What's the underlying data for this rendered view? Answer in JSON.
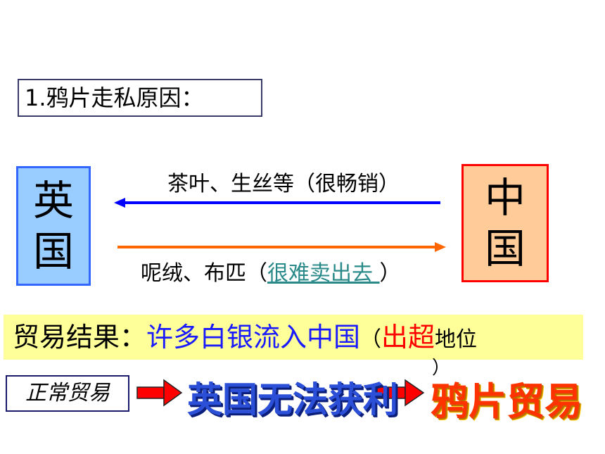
{
  "title": "1.鸦片走私原因：",
  "countries": {
    "uk": "英国",
    "china": "中国"
  },
  "flows": {
    "top": "茶叶、生丝等（很畅销）",
    "bottom_prefix": "呢绒、布匹（",
    "bottom_link": "很难卖出去 ",
    "bottom_suffix": "）"
  },
  "result": {
    "label": "贸易结果：",
    "value": "许多白银流入中国",
    "paren_open": "（",
    "status_highlight": "出超",
    "status_rest": "地位",
    "paren_close": "）"
  },
  "chain": {
    "step1": "正常贸易",
    "step2": "英国无法获利",
    "step3": "鸦片贸易"
  },
  "colors": {
    "uk_fill": "#99ccff",
    "uk_border": "#3366ff",
    "china_fill": "#ffcc99",
    "china_border": "#ff0000",
    "arrow_top": "#0000ff",
    "arrow_bottom": "#ff6600",
    "result_bg": "#ffff99",
    "chain_arrow": "#ff0000"
  }
}
